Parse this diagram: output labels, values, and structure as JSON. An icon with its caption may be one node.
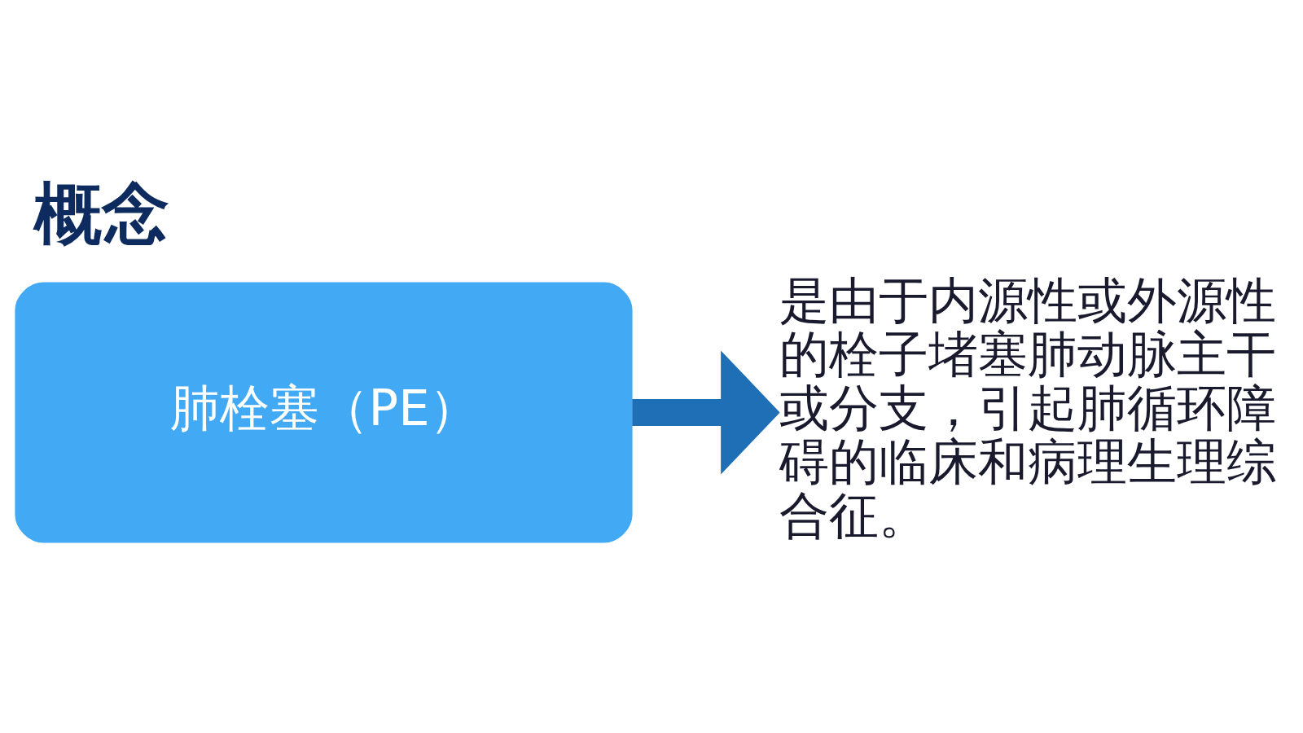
{
  "diagram": {
    "title": "概念",
    "nodes": [
      {
        "text": [
          "肺栓塞（PE）"
        ]
      },
      {
        "text": [
          "是由于内源性或外源性的栓子堵塞肺动脉主干或分支，引起肺循环障碍的临床和病理生理综合征。"
        ]
      }
    ],
    "edges": [
      {
        "from": 0,
        "to": 1,
        "arrow": "to",
        "color": "#1e6fb5"
      }
    ]
  }
}
